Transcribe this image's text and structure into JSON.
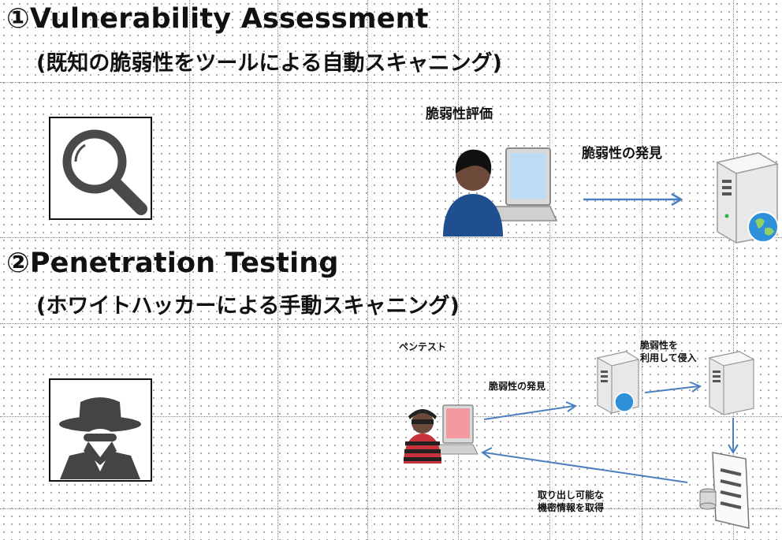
{
  "sections": {
    "vulnerability_assessment": {
      "title": "①Vulnerability Assessment",
      "subtitle": "(既知の脆弱性をツールによる自動スキャニング)",
      "evaluator_label": "脆弱性評価",
      "finding_label": "脆弱性の発見",
      "icon": "magnifier-icon"
    },
    "penetration_testing": {
      "title": "②Penetration Testing",
      "subtitle": "(ホワイトハッカーによる手動スキャニング)",
      "actor_label": "ペンテスト",
      "finding_label": "脆弱性の発見",
      "exploit_label_line1": "脆弱性を",
      "exploit_label_line2": "利用して侵入",
      "exfil_label_line1": "取り出し可能な",
      "exfil_label_line2": "機密情報を取得",
      "icon": "spy-icon"
    }
  },
  "colors": {
    "arrow": "#4a7fc0",
    "hoodie": "#1f4f8f",
    "server": "#e8e8e8",
    "globe": "#2f8fd8",
    "hacker_red": "#c8323a"
  }
}
